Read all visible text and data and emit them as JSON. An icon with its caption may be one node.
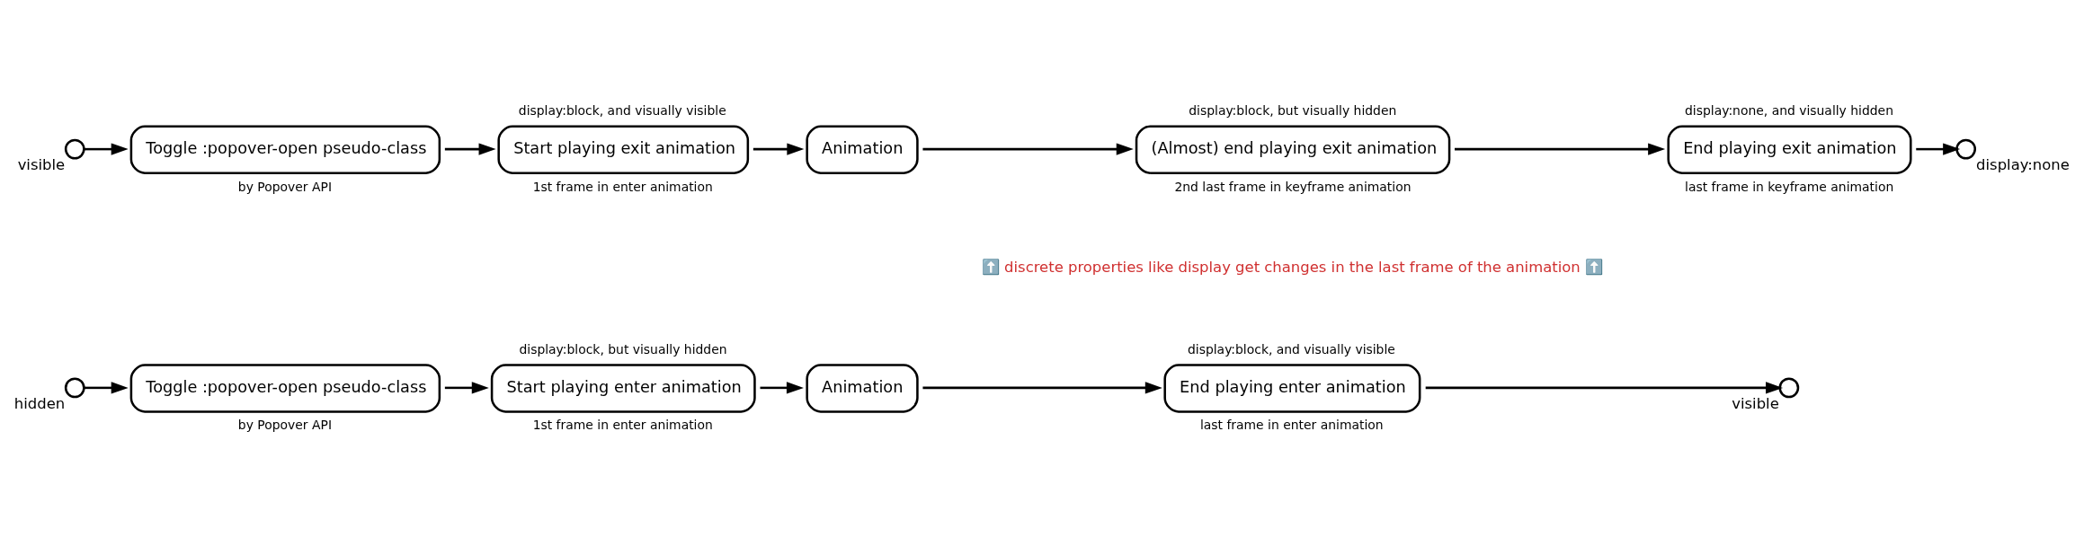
{
  "diagram": {
    "nodes": [
      {
        "text": [],
        "shape": "circle",
        "beside": [
          "hidden"
        ]
      },
      {
        "text": [
          "Toggle :popover-open pseudo-class"
        ],
        "beside": [
          "by Popover API"
        ]
      },
      {
        "text": [
          "Start playing enter animation"
        ],
        "beside": [
          "display:block, but visually hidden",
          "1st frame in enter animation"
        ]
      },
      {
        "text": [
          "Animation"
        ]
      },
      {
        "text": [
          "End playing enter animation"
        ],
        "beside": [
          "display:block, and visually visible",
          "last frame in enter animation"
        ]
      },
      {
        "text": [],
        "shape": "circle",
        "beside": [
          "visible"
        ]
      },
      {
        "text": [],
        "shape": "circle",
        "beside": [
          "visible"
        ]
      },
      {
        "text": [
          "Toggle :popover-open pseudo-class"
        ],
        "beside": [
          "by Popover API"
        ]
      },
      {
        "text": [
          "Start playing exit animation"
        ],
        "beside": [
          "display:block, and visually visible",
          "1st frame in enter animation"
        ]
      },
      {
        "text": [
          "Animation"
        ]
      },
      {
        "text": [
          "(Almost) end playing exit animation"
        ],
        "beside": [
          "display:block, but visually hidden",
          "2nd last frame in keyframe animation"
        ]
      },
      {
        "text": [
          "End playing exit animation"
        ],
        "beside": [
          "display:none, and visually hidden",
          "last frame in keyframe animation"
        ]
      },
      {
        "text": [],
        "shape": "circle",
        "beside": [
          "display:none"
        ]
      }
    ],
    "edges": [
      {
        "from": 0,
        "to": 1,
        "arrow": "to"
      },
      {
        "from": 1,
        "to": 2,
        "arrow": "to"
      },
      {
        "from": 2,
        "to": 3,
        "arrow": "to"
      },
      {
        "from": 3,
        "to": 4,
        "arrow": "to"
      },
      {
        "from": 4,
        "to": 5,
        "arrow": "to"
      },
      {
        "from": 6,
        "to": 7,
        "arrow": "to"
      },
      {
        "from": 7,
        "to": 8,
        "arrow": "to"
      },
      {
        "from": 8,
        "to": 9,
        "arrow": "to"
      },
      {
        "from": 9,
        "to": 10,
        "arrow": "to"
      },
      {
        "from": 10,
        "to": 11,
        "arrow": "to"
      },
      {
        "from": 11,
        "to": 12,
        "arrow": "to"
      }
    ],
    "labels": [
      "⬆️ discrete properties like display get changes in the last frame of the animation ⬆️"
    ]
  }
}
